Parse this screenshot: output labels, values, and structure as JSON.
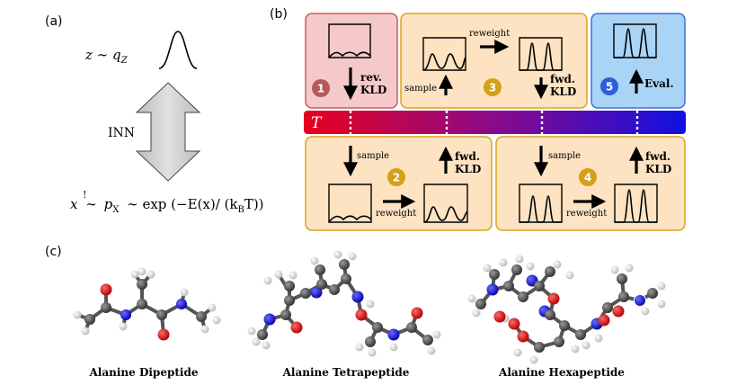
{
  "panel_a": {
    "label": "(a)",
    "latent_formula": "z ∼ q",
    "latent_sub": "Z",
    "inn_label": "INN",
    "target_x": "x",
    "target_approx": "∼",
    "target_bang": "!",
    "target_px": "p",
    "target_px_sub": "X",
    "target_rest": "∼ exp (−E(x)/ (k",
    "target_kb_sub": "B",
    "target_end": "T))"
  },
  "panel_b": {
    "label": "(b)",
    "temperature_symbol": "T",
    "steps": [
      {
        "number": "1",
        "arrow_label_1": "rev.",
        "arrow_label_2": "KLD",
        "color": "#b55a5a"
      },
      {
        "number": "2",
        "left_label": "sample",
        "bottom_label": "reweight",
        "arrow_label_1": "fwd.",
        "arrow_label_2": "KLD",
        "color": "#d4a017"
      },
      {
        "number": "3",
        "left_label": "sample",
        "top_label": "reweight",
        "arrow_label_1": "fwd.",
        "arrow_label_2": "KLD",
        "color": "#d4a017"
      },
      {
        "number": "4",
        "left_label": "sample",
        "bottom_label": "reweight",
        "arrow_label_1": "fwd.",
        "arrow_label_2": "KLD",
        "color": "#d4a017"
      },
      {
        "number": "5",
        "arrow_label_1": "Eval.",
        "color": "#2d5fd8"
      }
    ],
    "colors": {
      "red_fill": "#f5c9c9",
      "red_border": "#c06060",
      "orange_fill": "#fde3c2",
      "orange_border": "#d9a520",
      "blue_fill": "#a9d4f5",
      "blue_border": "#3a70d8"
    }
  },
  "panel_c": {
    "label": "(c)",
    "molecules": [
      {
        "name": "Alanine Dipeptide"
      },
      {
        "name": "Alanine Tetrapeptide"
      },
      {
        "name": "Alanine Hexapeptide"
      }
    ]
  }
}
